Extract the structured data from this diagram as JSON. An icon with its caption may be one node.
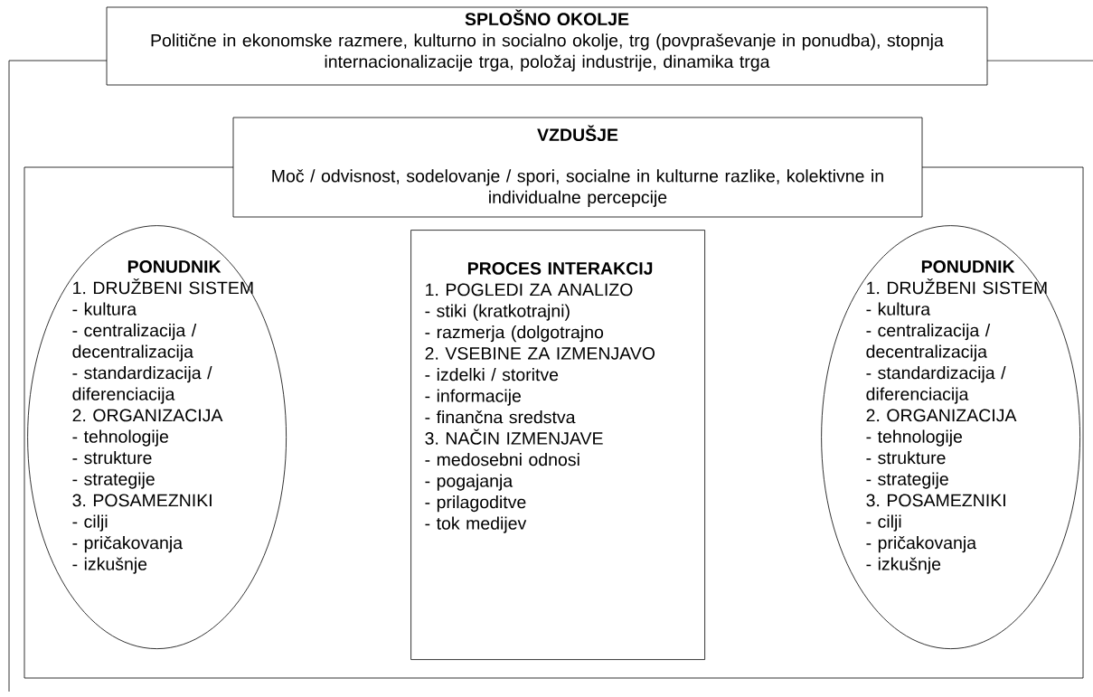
{
  "diagram": {
    "nodes": [
      {
        "text": [
          "SPLOŠNO OKOLJE",
          "Politične in ekonomske razmere, kulturno in socialno okolje, trg (povpraševanje in ponudba), stopnja internacionalizacije trga, položaj industrije, dinamika trga"
        ]
      },
      {
        "text": [
          "VZDUŠJE",
          "Moč / odvisnost, sodelovanje / spori, socialne in kulturne razlike, kolektivne in individualne percepcije"
        ]
      },
      {
        "text": [],
        "shape": "box"
      },
      {
        "text": [
          "PONUDNIK",
          "1. DRUŽBENI SISTEM",
          "- kultura",
          "- centralizacija / decentralizacija",
          "- standardizacija / diferenciacija",
          "2. ORGANIZACIJA",
          "- tehnologije",
          "- strukture",
          "- strategije",
          "3. POSAMEZNIKI",
          "- cilji",
          "- pričakovanja",
          "- izkušnje"
        ],
        "in": 2
      },
      {
        "text": [
          "PROCES INTERAKCIJ",
          "1. POGLEDI ZA ANALIZO",
          "- stiki (kratkotrajni)",
          "- razmerja (dolgotrajno",
          "2. VSEBINE ZA IZMENJAVO",
          "- izdelki / storitve",
          "- informacije",
          "- finančna sredstva",
          "3. NAČIN IZMENJAVE",
          "- medosebni odnosi",
          "- pogajanja",
          "- prilagoditve",
          "- tok medijev"
        ],
        "in": 2
      },
      {
        "text": [
          "PONUDNIK",
          "1. DRUŽBENI SISTEM",
          "- kultura",
          "- centralizacija / decentralizacija",
          "- standardizacija / diferenciacija",
          "2. ORGANIZACIJA",
          "- tehnologije",
          "- strukture",
          "- strategije",
          "3. POSAMEZNIKI",
          "- cilji",
          "- pričakovanja",
          "- izkušnje"
        ],
        "in": 2
      }
    ]
  }
}
